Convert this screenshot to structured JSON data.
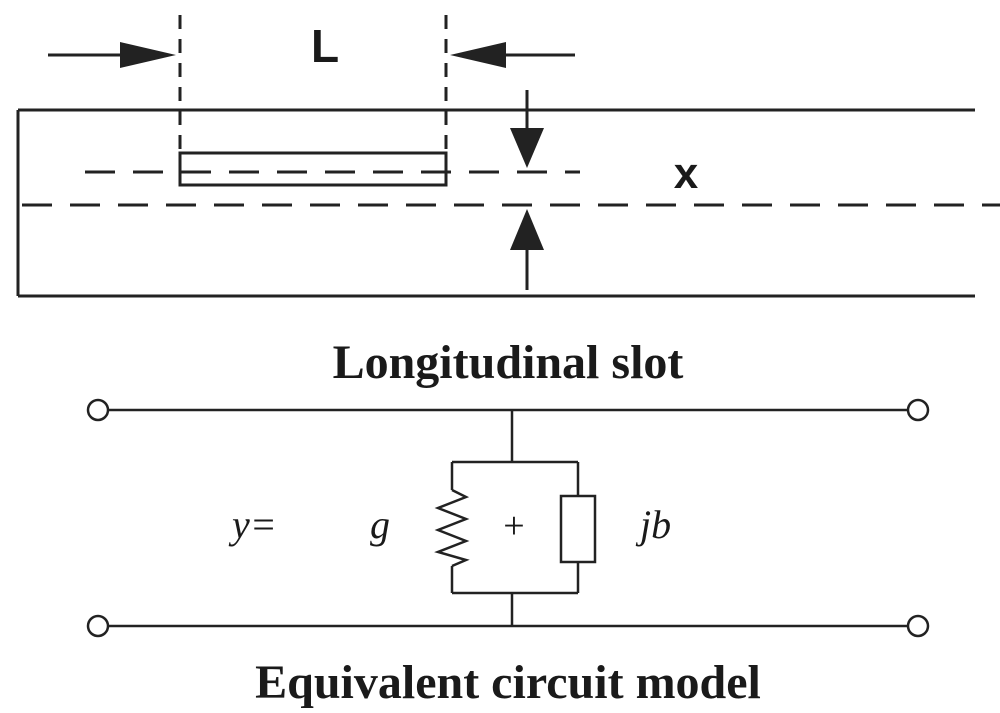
{
  "slot_diagram": {
    "length_label": "L",
    "offset_label": "x",
    "caption": "Longitudinal slot"
  },
  "circuit": {
    "admittance_label": "y=",
    "conductance_label": "g",
    "plus_sign": "+",
    "susceptance_label": "jb",
    "caption": "Equivalent circuit model"
  },
  "colors": {
    "line": "#222222",
    "background": "#ffffff"
  }
}
